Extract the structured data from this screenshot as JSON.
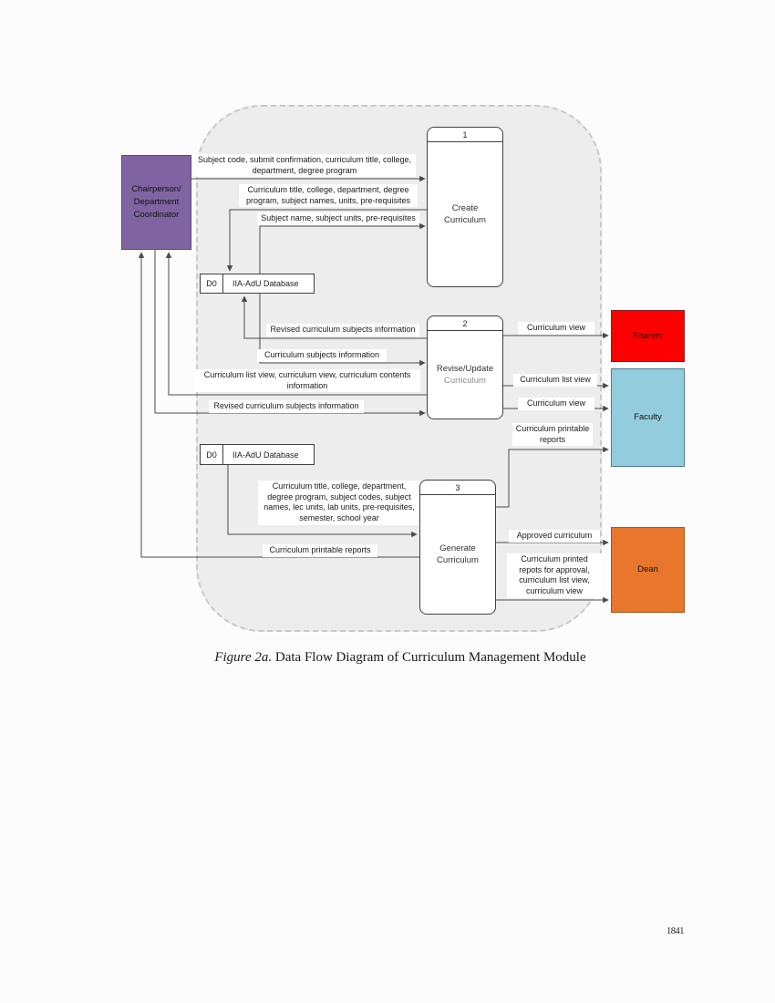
{
  "caption": {
    "prefix": "Figure 2a.",
    "text": " Data Flow Diagram of Curriculum Management Module"
  },
  "page_number": "1841",
  "entities": {
    "chairperson": {
      "label": "Chairperson/\nDepartment\nCoordinator"
    },
    "student": {
      "label": "Student"
    },
    "faculty": {
      "label": "Faculty"
    },
    "dean": {
      "label": "Dean"
    }
  },
  "processes": {
    "p1": {
      "number": "1",
      "line1": "Create",
      "line2": "Curriculum"
    },
    "p2": {
      "number": "2",
      "line1": "Revise/Update",
      "line2": "Curriculum"
    },
    "p3": {
      "number": "3",
      "line1": "Generate",
      "line2": "Curriculum"
    }
  },
  "datastores": {
    "ds1": {
      "id": "D0",
      "name": "IIA-AdU Database"
    },
    "ds2": {
      "id": "D0",
      "name": "IIA-AdU Database"
    }
  },
  "flows": {
    "f1": {
      "label": "Subject code, submit confirmation, curriculum title, college, department, degree program"
    },
    "f2": {
      "label": "Curriculum title, college, department, degree program, subject names, units, pre-requisites"
    },
    "f3": {
      "label": "Subject name, subject units, pre-requisites"
    },
    "f4": {
      "label": "Revised curriculum subjects information"
    },
    "f5": {
      "label": "Curriculum subjects information"
    },
    "f6": {
      "label": "Curriculum list view, curriculum view, curriculum contents information"
    },
    "f7": {
      "label": "Revised curriculum subjects information"
    },
    "f8": {
      "label": "Curriculum view"
    },
    "f9": {
      "label": "Curriculum list view"
    },
    "f10": {
      "label": "Curriculum view"
    },
    "f11": {
      "label": "Curriculum printable reports"
    },
    "f12": {
      "label": "Curriculum title, college, department, degree program, subject codes, subject names, lec units, lab units, pre-requisites, semester, school year"
    },
    "f13": {
      "label": "Curriculum printable reports"
    },
    "f14": {
      "label": "Approved curriculum"
    },
    "f15": {
      "label": "Curriculum printed repots for approval, curriculum list view, curriculum view"
    }
  },
  "colors": {
    "chairperson": "#8064A2",
    "student": "#FE0000",
    "faculty": "#93CDDD",
    "dean": "#E8762C",
    "boundary_fill": "#EDEDED",
    "line": "#4A4A4A"
  }
}
